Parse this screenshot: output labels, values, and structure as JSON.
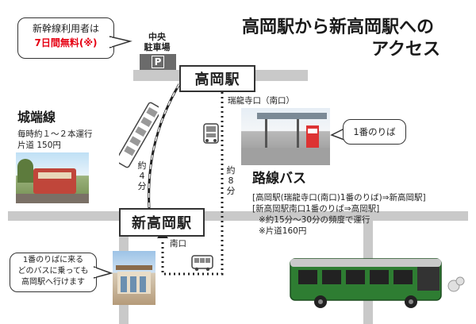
{
  "title": {
    "line1": "高岡駅から新高岡駅への",
    "line2": "アクセス"
  },
  "parking_notice": {
    "line1": "新幹線利用者は",
    "line2": "7日間無料(※)"
  },
  "parking": {
    "label1": "中央",
    "label2": "駐車場",
    "symbol": "P"
  },
  "stations": {
    "takaoka": "高岡駅",
    "shin_takaoka": "新高岡駅"
  },
  "exits": {
    "zuiryuji": "瑞龍寺口（南口）",
    "south": "南口"
  },
  "jouhana_line": {
    "name": "城端線",
    "detail1": "毎時約１～２本運行",
    "detail2": "片道 150円"
  },
  "walk_time": {
    "train": [
      "約",
      "4",
      "分"
    ],
    "bus": [
      "約",
      "8",
      "分"
    ]
  },
  "bus_stop_bubble": "1番のりば",
  "route_bus": {
    "name": "路線バス",
    "line1": "[高岡駅(瑞龍寺口(南口)1番のりば)⇒新高岡駅]",
    "line2": "[新高岡駅南口1番のりば⇒高岡駅]",
    "line3": "※約15分～30分の頻度で運行",
    "line4": "※片道160円"
  },
  "return_bubble": {
    "line1": "1番のりばに来る",
    "line2": "どのバスに乗っても",
    "line3": "高岡駅へ行けます"
  },
  "colors": {
    "road": "#c9c9c9",
    "accent_red": "#e60012",
    "bus_green": "#2e7d32"
  }
}
